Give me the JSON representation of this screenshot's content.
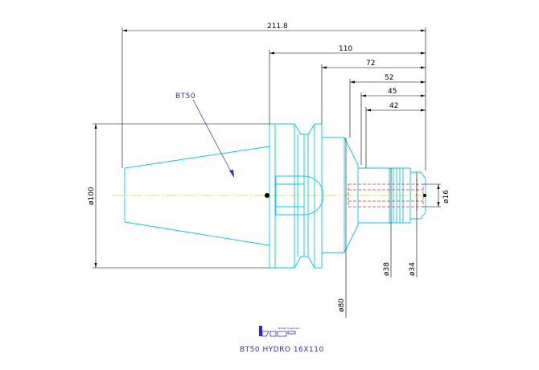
{
  "drawing": {
    "title": "BT50 HYDRO 16X110",
    "part_label": "BT50",
    "logo_text": "Nikken Kosakusho",
    "dimensions": {
      "overall_length": "211.8",
      "length_110": "110",
      "length_72": "72",
      "length_52": "52",
      "length_45": "45",
      "length_42": "42",
      "dia_100": "ø100",
      "dia_80": "ø80",
      "dia_38": "ø38",
      "dia_34": "ø34",
      "dia_16": "ø16"
    },
    "colors": {
      "outline": "#00c8e6",
      "dimension": "#000000",
      "annotation": "#2a2ad8",
      "centerline": "#e6d800",
      "hidden": "#e23030"
    }
  }
}
